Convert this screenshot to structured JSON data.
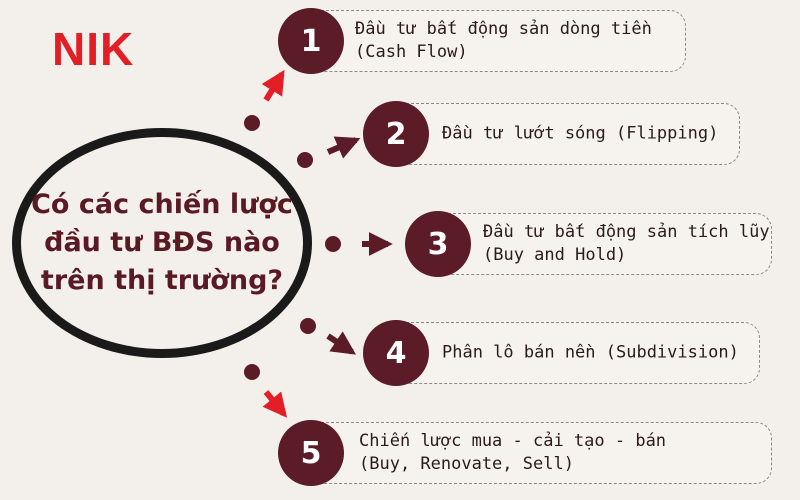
{
  "logo": "NIK",
  "center_question": "Có các chiến lược\nđầu tư BĐS nào\ntrên thị trường?",
  "strategies": [
    {
      "number": "1",
      "text": "Đầu tư bất động sản dòng tiền\n(Cash Flow)"
    },
    {
      "number": "2",
      "text": "Đầu tư lướt sóng (Flipping)"
    },
    {
      "number": "3",
      "text": "Đầu tư bất động sản tích lũy\n(Buy and Hold)"
    },
    {
      "number": "4",
      "text": "Phân lô bán nền (Subdivision)"
    },
    {
      "number": "5",
      "text": "Chiến lược mua - cải tạo - bán\n(Buy, Renovate, Sell)"
    }
  ],
  "colors": {
    "logo": "#e41e26",
    "badge": "#5b1b27",
    "question_text": "#5a1a24",
    "arrow_red": "#e41e26",
    "arrow_dark": "#5b1b27",
    "ring": "#1a1a1a",
    "background": "#f3f0eb"
  }
}
